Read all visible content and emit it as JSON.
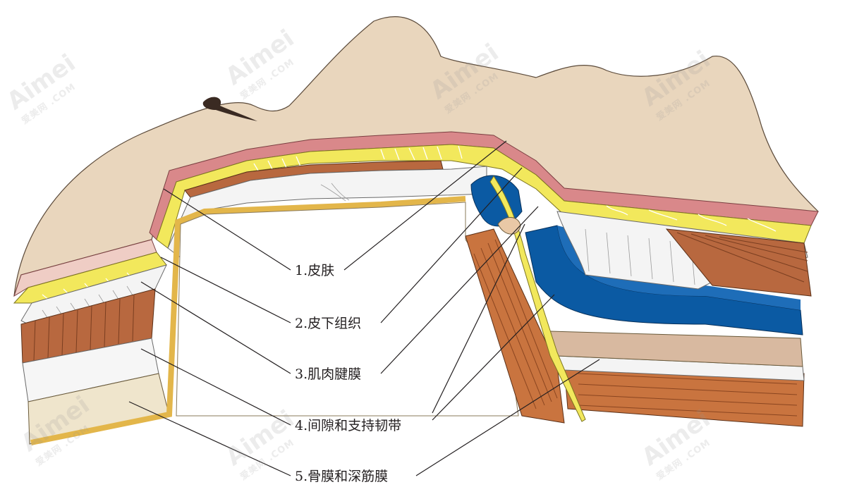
{
  "labels": [
    {
      "id": "skin",
      "text": "1.皮肤"
    },
    {
      "id": "subcutaneous",
      "text": "2.皮下组织"
    },
    {
      "id": "smas",
      "text": "3.肌肉腱膜"
    },
    {
      "id": "space-ligament",
      "text": "4.间隙和支持韧带"
    },
    {
      "id": "periosteum",
      "text": "5.骨膜和深筋膜"
    }
  ],
  "watermark": {
    "brand": "Aimei",
    "sub": "爱美网 .COM"
  },
  "colors": {
    "skin_surface": "#e9d6bd",
    "dermis": "#d9888a",
    "fat": "#f2e85c",
    "muscle": "#b8683f",
    "fascia": "#f2f2f2",
    "bone": "#efe5cc",
    "periosteum_line": "#e3b64a",
    "orbicularis": "#0b5aa3",
    "ink": "#231f20"
  }
}
